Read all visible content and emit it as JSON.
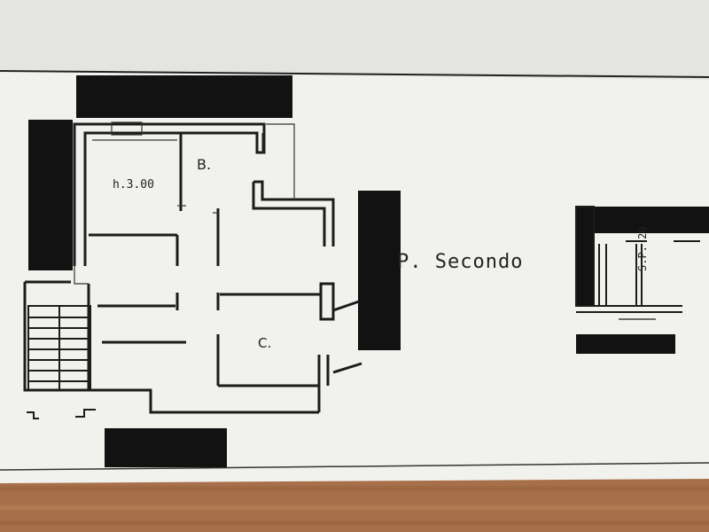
{
  "plan": {
    "room_height_label": "h.3.00",
    "room_b_label": "B.",
    "room_c_label": "C.",
    "floor_label": "P. Secondo",
    "cellar_label": "S.P. 20"
  },
  "colors": {
    "paper": "#f4f4f2",
    "ink": "#1c1c1c",
    "redaction": "#121212",
    "table_wood": "#a8704a"
  }
}
